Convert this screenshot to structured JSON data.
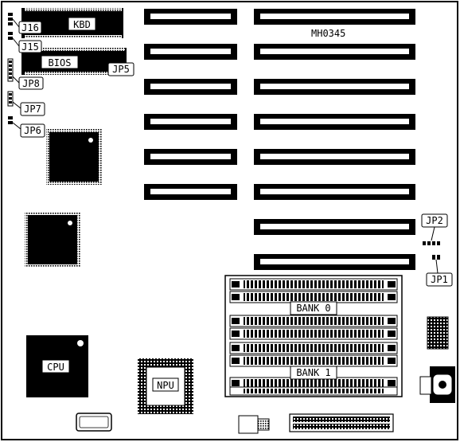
{
  "board": {
    "model": "MH0345",
    "labels": {
      "kbd": "KBD",
      "bios": "BIOS",
      "j16": "J16",
      "j15": "J15",
      "jp8": "JP8",
      "jp5": "JP5",
      "jp7": "JP7",
      "jp6": "JP6",
      "jp2": "JP2",
      "jp1": "JP1",
      "bank0": "BANK 0",
      "bank1": "BANK 1",
      "cpu": "CPU",
      "npu": "NPU"
    }
  },
  "colors": {
    "ink": "#000000",
    "paper": "#ffffff"
  }
}
